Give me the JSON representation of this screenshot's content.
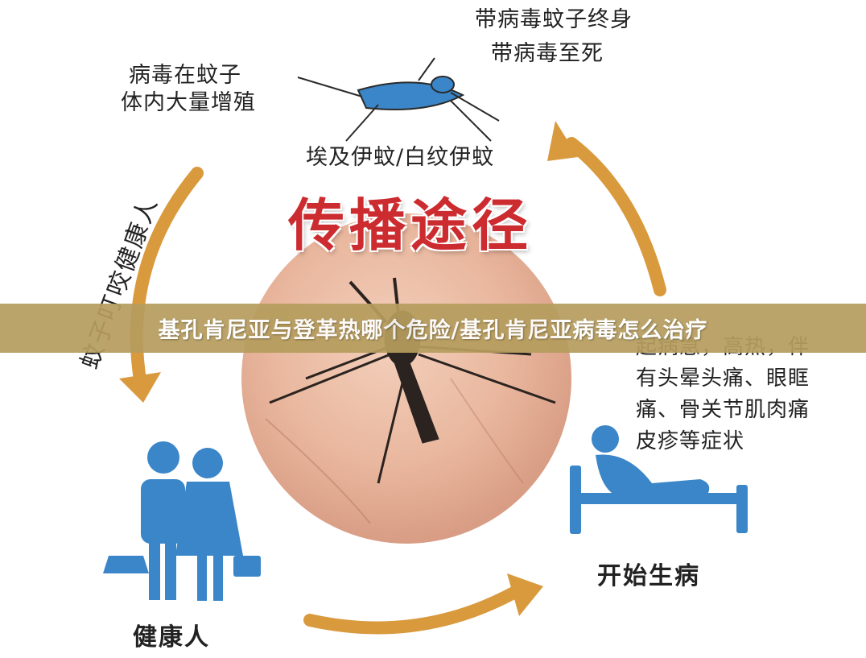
{
  "diagram": {
    "title": "传播途径",
    "banner": "基孔肯尼亚与登革热哪个危险/基孔肯尼亚病毒怎么治疗",
    "mosquito_lifelong": [
      "带病毒蚊子终身",
      "带病毒至死"
    ],
    "virus_in_mosquito": [
      "病毒在蚊子",
      "体内大量增殖"
    ],
    "mosquito_species": "埃及伊蚊/白纹伊蚊",
    "bite_caption": "蚊子叮咬健康人",
    "symptoms": [
      "起病急，高热，伴",
      "有头晕头痛、眼眶",
      "痛、骨关节肌肉痛",
      "皮疹等症状"
    ],
    "healthy_label": "健康人",
    "sick_label": "开始生病"
  },
  "colors": {
    "arrow": "#d99a3e",
    "icon_blue": "#3a86c8",
    "title_red": "#cc2b2f",
    "skin": "#e9b79e",
    "banner": "#b69d5e"
  },
  "icons": [
    "mosquito-icon",
    "mosquito-on-skin-icon",
    "couple-shopping-icon",
    "patient-in-bed-icon",
    "cycle-arrow-icon"
  ]
}
